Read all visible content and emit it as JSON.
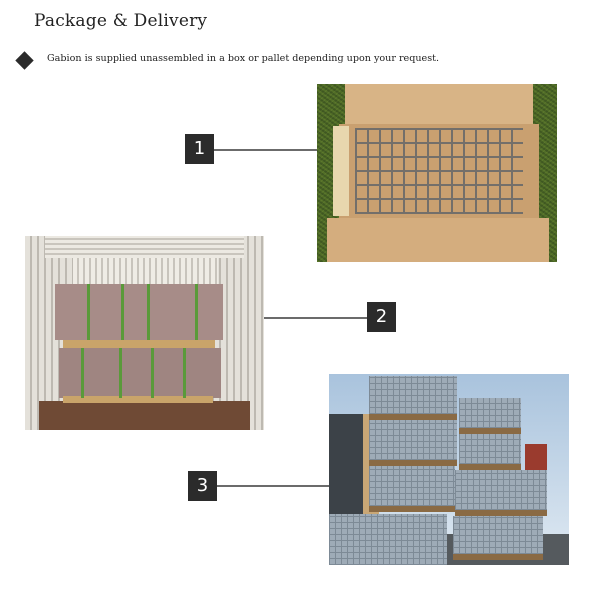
{
  "page": {
    "title": "Package & Delivery",
    "bullet_icon": "diamond-bullet-icon",
    "description": "Gabion is supplied unassembled in a box or pallet depending upon your request."
  },
  "steps": [
    {
      "number": "1",
      "image": "Gabion mesh panels packed in an open cardboard box on grass"
    },
    {
      "number": "2",
      "image": "Shrink-wrapped gabion pallets loaded inside a shipping container"
    },
    {
      "number": "3",
      "image": "Stacked gabion mesh panels on wooden pallets in an outdoor yard"
    }
  ],
  "colors": {
    "badge_bg": "#2b2b2b",
    "badge_text": "#ffffff",
    "leader_line": "#6b6b6b",
    "text": "#222222"
  }
}
